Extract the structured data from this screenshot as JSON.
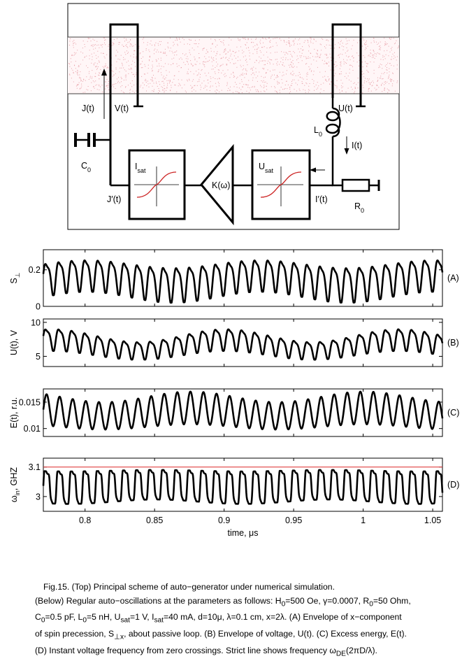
{
  "schematic": {
    "labels": {
      "J": "J(t)",
      "V": "V(t)",
      "U": "U(t)",
      "L0": "L",
      "L0_sub": "0",
      "I": "I(t)",
      "C0": "C",
      "C0_sub": "0",
      "Isat": "I",
      "Isat_sub": "sat",
      "K": "K(ω)",
      "Usat": "U",
      "Usat_sub": "sat",
      "Jp": "J′(t)",
      "Ip": "I′(t)",
      "R0": "R",
      "R0_sub": "0"
    },
    "colors": {
      "film_dots": "#e8a0a8",
      "sat_curve": "#cc2222"
    }
  },
  "chart_data": [
    {
      "id": "A",
      "type": "line",
      "panel_label": "(A)",
      "ylabel": "S",
      "ylabel_sub": "⊥",
      "xlim": [
        0.77,
        1.057
      ],
      "ylim": [
        0,
        0.31
      ],
      "yticks": [
        0,
        0.2
      ],
      "ytick_labels": [
        "0",
        "0.2"
      ],
      "carrier_period_us": 0.0094,
      "envelope": {
        "min": [
          0.02,
          0.08
        ],
        "max": [
          0.24,
          0.28
        ]
      }
    },
    {
      "id": "B",
      "type": "line",
      "panel_label": "(B)",
      "ylabel": "U(t), V",
      "xlim": [
        0.77,
        1.057
      ],
      "ylim": [
        3.5,
        10.5
      ],
      "yticks": [
        5,
        10
      ],
      "ytick_labels": [
        "5",
        "10"
      ],
      "carrier_period_us": 0.0094,
      "envelope": {
        "min": [
          4.5,
          5.8
        ],
        "max": [
          7.5,
          9.5
        ]
      }
    },
    {
      "id": "C",
      "type": "line",
      "panel_label": "(C)",
      "ylabel": "E(t), r.u.",
      "xlim": [
        0.77,
        1.057
      ],
      "ylim": [
        0.0085,
        0.0175
      ],
      "yticks": [
        0.01,
        0.015
      ],
      "ytick_labels": [
        "0.01",
        "0.015"
      ],
      "carrier_period_us": 0.0094,
      "envelope": {
        "min": [
          0.0098,
          0.0108
        ],
        "max": [
          0.015,
          0.017
        ]
      }
    },
    {
      "id": "D",
      "type": "line",
      "panel_label": "(D)",
      "ylabel": "ω",
      "ylabel_sub": "in",
      "ylabel_tail": ", GHZ",
      "xlim": [
        0.77,
        1.057
      ],
      "ylim": [
        2.95,
        3.13
      ],
      "yticks": [
        3,
        3.1
      ],
      "ytick_labels": [
        "3",
        "3.1"
      ],
      "xticks": [
        0.8,
        0.85,
        0.9,
        0.95,
        1,
        1.05
      ],
      "xtick_labels": [
        "0.8",
        "0.85",
        "0.9",
        "0.95",
        "1",
        "1.05"
      ],
      "xlabel": "time, μs",
      "reference_line": {
        "y": 3.1,
        "color": "#e04040"
      },
      "carrier_period_us": 0.0094,
      "envelope": {
        "min": [
          2.975,
          2.99
        ],
        "max": [
          3.085,
          3.09
        ]
      }
    }
  ],
  "caption": {
    "line1": "Fig.15. (Top) Principal scheme of auto−generator under numerical simulation.",
    "line2": "(Below) Regular auto−oscillations at the parameters as follows: H",
    "line2_sub": "0",
    "line2_tail": "=500 Oe, γ=0.0007, R",
    "line2_sub2": "0",
    "line2_tail2": "=50 Ohm,",
    "line3a": "C",
    "line3_sub1": "0",
    "line3b": "=0.5 pF, L",
    "line3_sub2": "0",
    "line3c": "=5 nH, U",
    "line3_sub3": "sat",
    "line3d": "=1 V, I",
    "line3_sub4": "sat",
    "line3e": "=40 mA, d=10μ, λ=0.1 cm, x=2λ. (A) Envelope of x−component",
    "line4a": "of spin precession, S",
    "line4_sub": "⊥x",
    "line4b": ", about passive loop. (B) Envelope of voltage, U(t). (C) Excess energy, E(t).",
    "line5a": "(D) Instant voltage frequency from zero crossings. Strict line shows frequency ω",
    "line5_sub": "DE",
    "line5b": "(2πD/λ)."
  }
}
